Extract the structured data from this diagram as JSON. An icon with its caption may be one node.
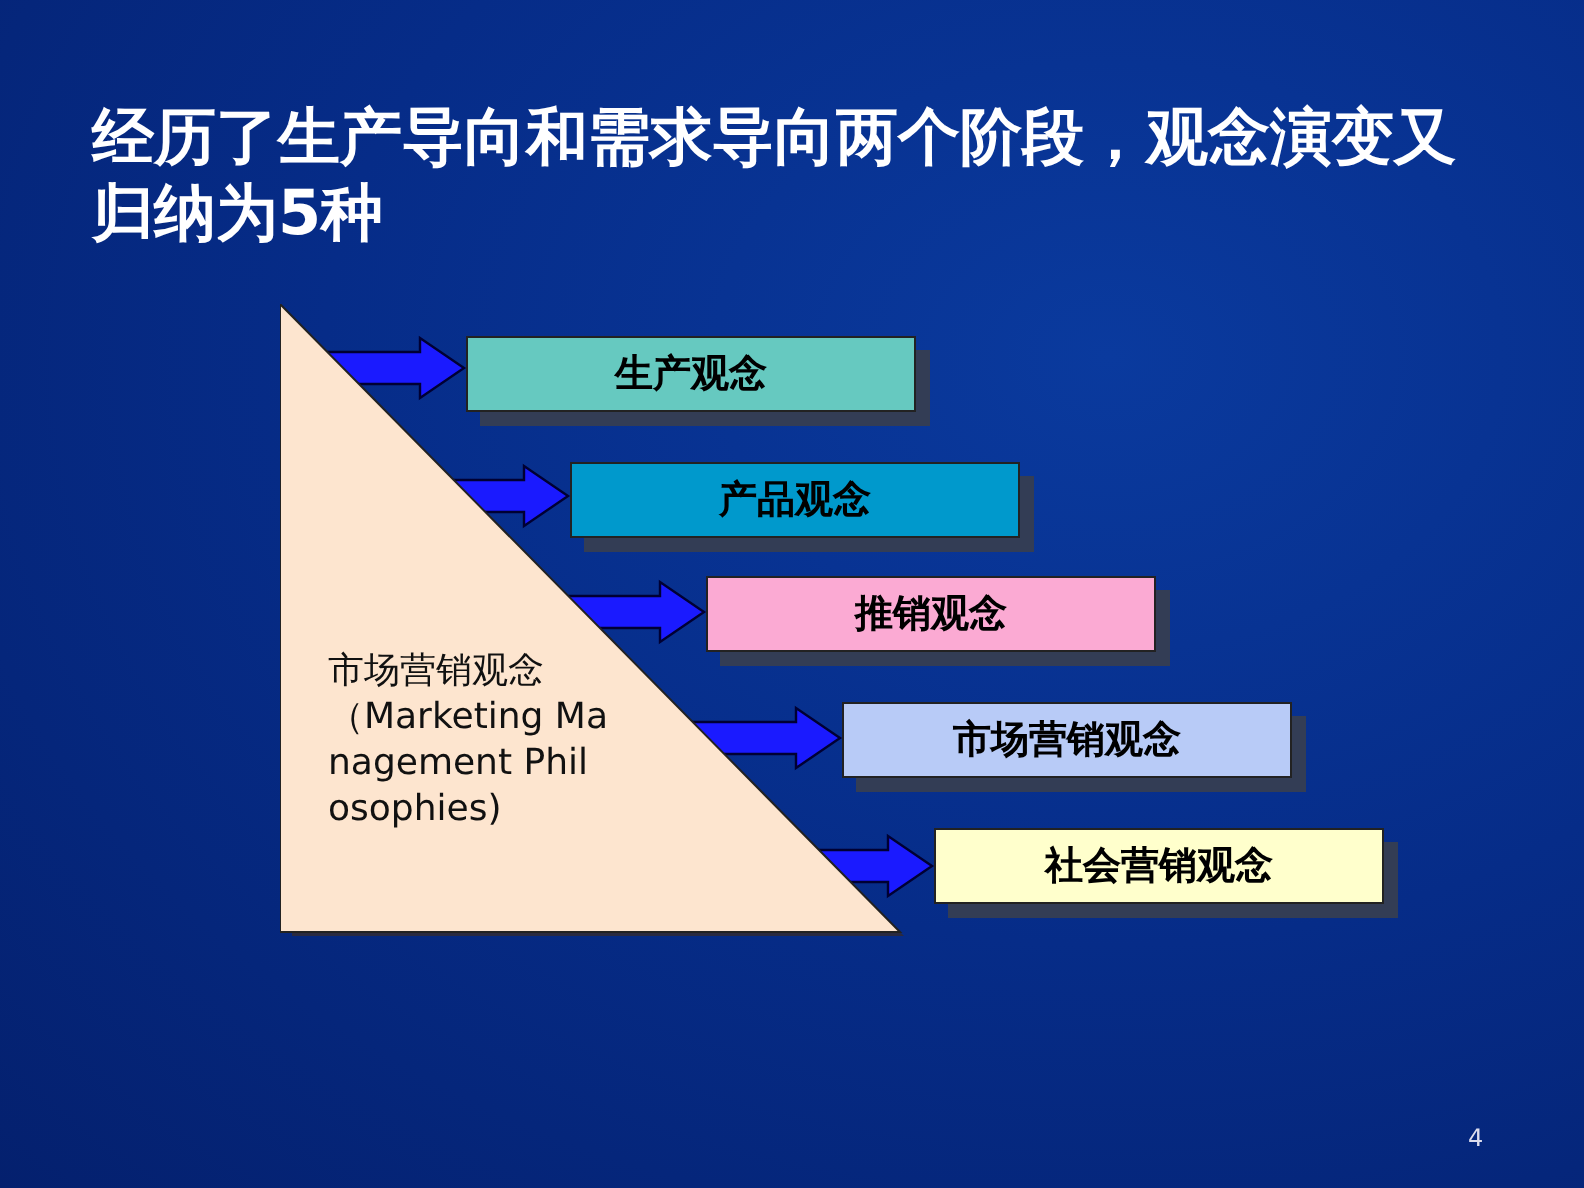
{
  "diagram": {
    "title": "经历了生产导向和需求导向两个阶段，观念演变又归纳为5种",
    "nodes": [
      {
        "text": [
          "市场营销观念（Marketing Management Philosophies)"
        ]
      },
      {
        "text": [
          "生产观念"
        ]
      },
      {
        "text": [
          "产品观念"
        ]
      },
      {
        "text": [
          "推销观念"
        ]
      },
      {
        "text": [
          "市场营销观念"
        ]
      },
      {
        "text": [
          "社会营销观念"
        ]
      }
    ],
    "edges": [
      {
        "from": 0,
        "to": 1,
        "arrow": "to"
      },
      {
        "from": 0,
        "to": 2,
        "arrow": "to"
      },
      {
        "from": 0,
        "to": 3,
        "arrow": "to"
      },
      {
        "from": 0,
        "to": 4,
        "arrow": "to"
      },
      {
        "from": 0,
        "to": 5,
        "arrow": "to"
      }
    ],
    "labels": [
      "4"
    ]
  }
}
